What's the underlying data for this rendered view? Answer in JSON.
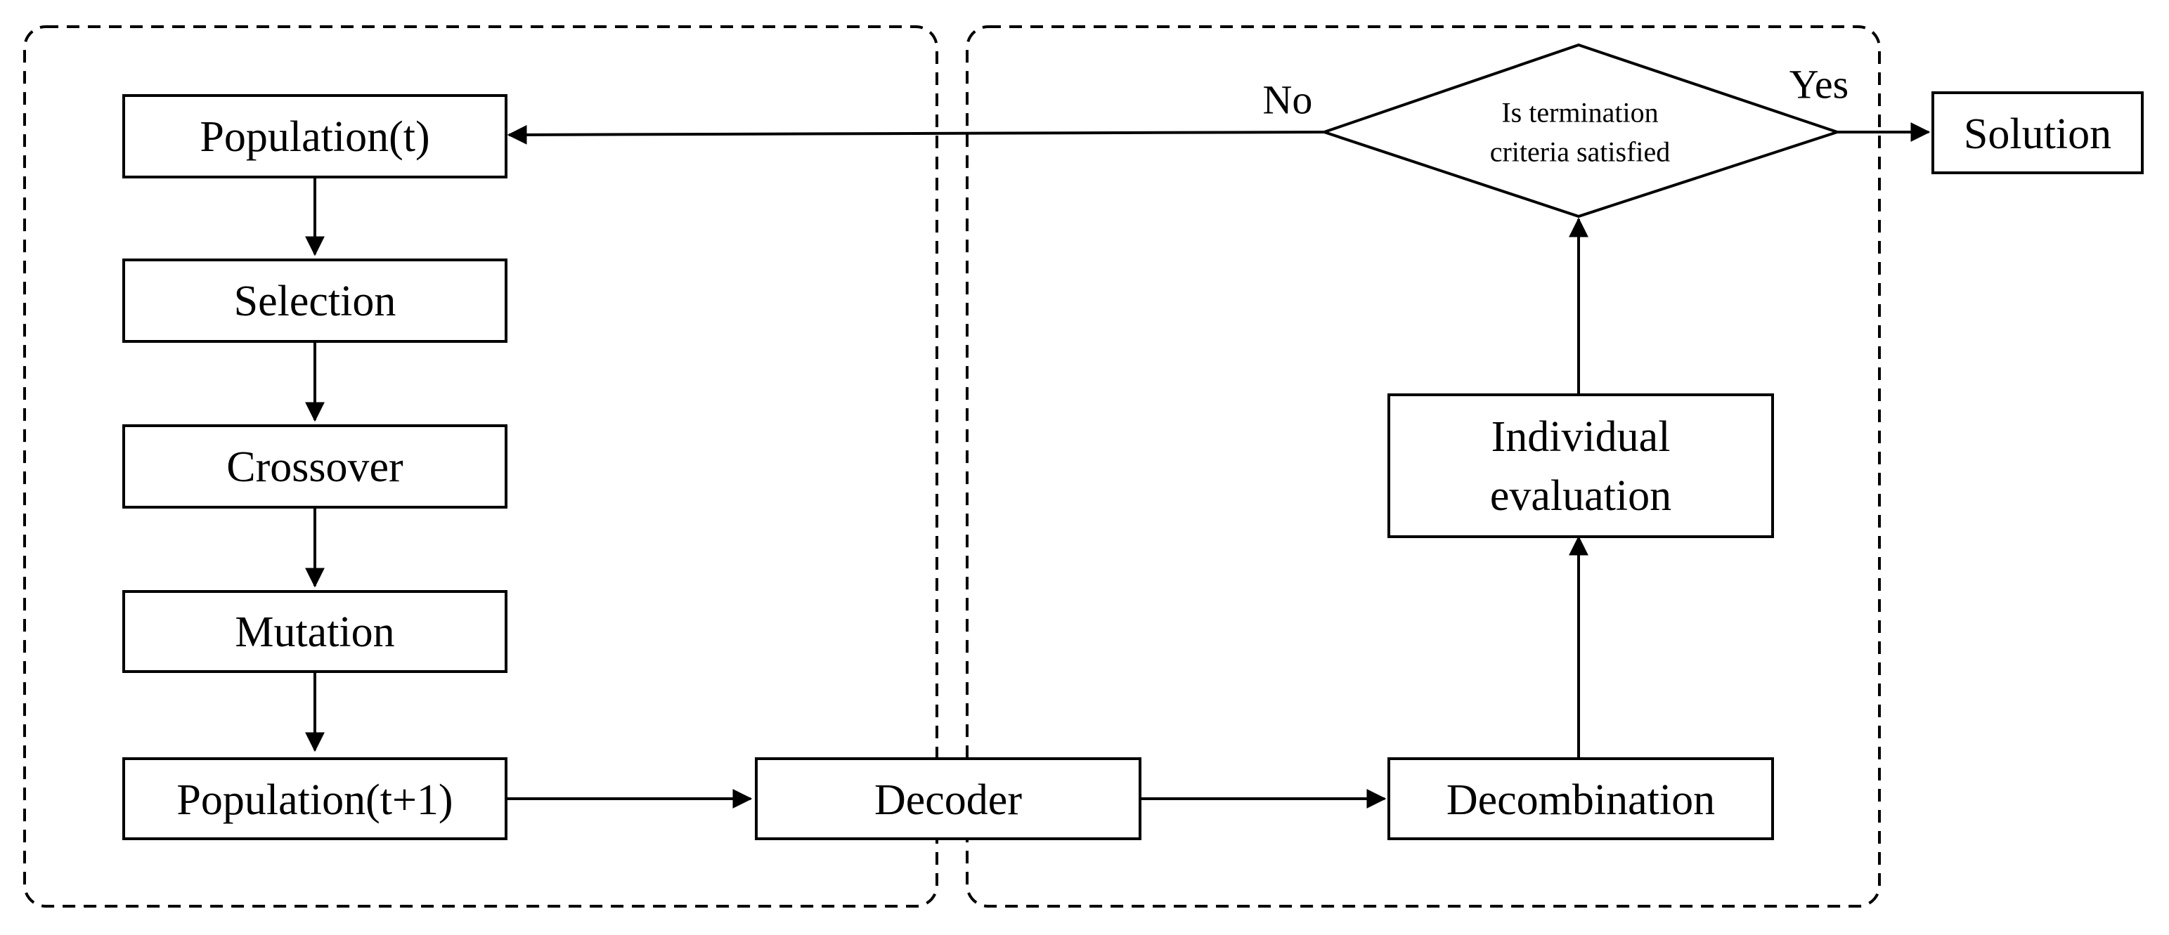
{
  "diagram": {
    "nodes": {
      "population_t": "Population(t)",
      "selection": "Selection",
      "crossover": "Crossover",
      "mutation": "Mutation",
      "population_t1": "Population(t+1)",
      "decoder": "Decoder",
      "decombination": "Decombination",
      "individual_evaluation_line1": "Individual",
      "individual_evaluation_line2": "evaluation",
      "termination_line1": "Is termination",
      "termination_line2": "criteria satisfied",
      "solution": "Solution"
    },
    "edge_labels": {
      "no": "No",
      "yes": "Yes"
    },
    "edges": [
      {
        "from": "population_t",
        "to": "selection"
      },
      {
        "from": "selection",
        "to": "crossover"
      },
      {
        "from": "crossover",
        "to": "mutation"
      },
      {
        "from": "mutation",
        "to": "population_t1"
      },
      {
        "from": "population_t1",
        "to": "decoder"
      },
      {
        "from": "decoder",
        "to": "decombination"
      },
      {
        "from": "decombination",
        "to": "individual_evaluation"
      },
      {
        "from": "individual_evaluation",
        "to": "termination"
      },
      {
        "from": "termination",
        "to": "population_t",
        "label": "No"
      },
      {
        "from": "termination",
        "to": "solution",
        "label": "Yes"
      }
    ]
  }
}
